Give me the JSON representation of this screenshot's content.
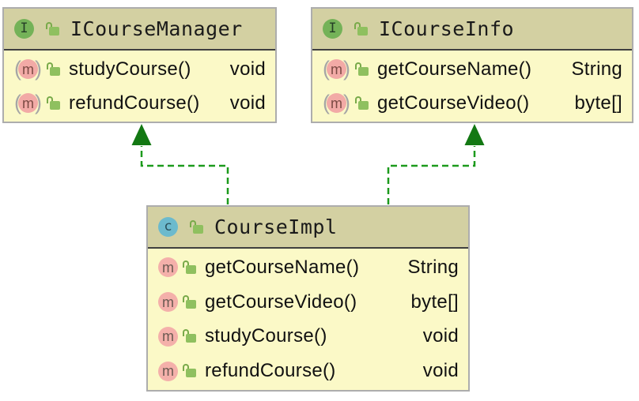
{
  "diagram": {
    "boxes": [
      {
        "name": "ICourseManager",
        "stereotype": "interface",
        "icon_letter": "I",
        "methods": [
          {
            "name": "studyCourse()",
            "returns": "void"
          },
          {
            "name": "refundCourse()",
            "returns": "void"
          }
        ]
      },
      {
        "name": "ICourseInfo",
        "stereotype": "interface",
        "icon_letter": "I",
        "methods": [
          {
            "name": "getCourseName()",
            "returns": "String"
          },
          {
            "name": "getCourseVideo()",
            "returns": "byte[]"
          }
        ]
      },
      {
        "name": "CourseImpl",
        "stereotype": "class",
        "icon_letter": "c",
        "methods": [
          {
            "name": "getCourseName()",
            "returns": "String"
          },
          {
            "name": "getCourseVideo()",
            "returns": "byte[]"
          },
          {
            "name": "studyCourse()",
            "returns": "void"
          },
          {
            "name": "refundCourse()",
            "returns": "void"
          }
        ]
      }
    ],
    "icons": {
      "method_letter": "m",
      "paren_open": "(",
      "paren_close": ")"
    },
    "relations": [
      {
        "from": "CourseImpl",
        "to": "ICourseManager",
        "type": "realization"
      },
      {
        "from": "CourseImpl",
        "to": "ICourseInfo",
        "type": "realization"
      }
    ],
    "colors": {
      "header_bg": "#d3d0a2",
      "body_bg": "#fbf9c7",
      "box_border": "#adadad",
      "header_divider": "#3f3f3f",
      "relation_line": "#1c9a1c",
      "relation_arrow": "#137813",
      "interface_icon_bg": "#74b258",
      "class_icon_bg": "#6cbacd",
      "method_icon_bg": "#f4b0aa",
      "lock_icon": "#8fc05f"
    }
  }
}
